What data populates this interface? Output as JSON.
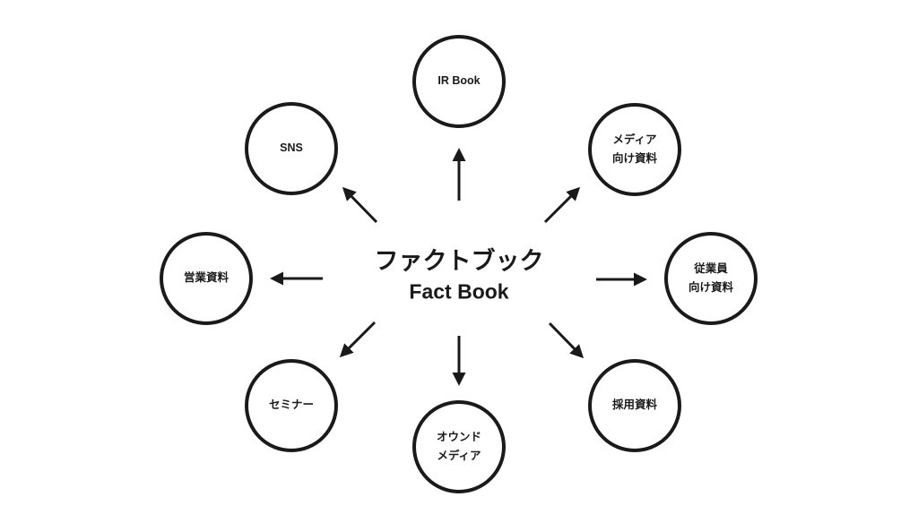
{
  "diagram": {
    "center": {
      "title_ja": "ファクトブック",
      "title_en": "Fact Book"
    },
    "nodes": [
      {
        "id": "ir-book",
        "line1": "IR Book",
        "line2": ""
      },
      {
        "id": "media-materials",
        "line1": "メディア",
        "line2": "向け資料"
      },
      {
        "id": "employee-materials",
        "line1": "従業員",
        "line2": "向け資料"
      },
      {
        "id": "recruit-materials",
        "line1": "採用資料",
        "line2": ""
      },
      {
        "id": "owned-media",
        "line1": "オウンド",
        "line2": "メディア"
      },
      {
        "id": "seminar",
        "line1": "セミナー",
        "line2": ""
      },
      {
        "id": "sales-materials",
        "line1": "営業資料",
        "line2": ""
      },
      {
        "id": "sns",
        "line1": "SNS",
        "line2": ""
      }
    ],
    "colors": {
      "background": "#ffffff",
      "stroke": "#1a1a1a",
      "text": "#1a1a1a"
    }
  }
}
